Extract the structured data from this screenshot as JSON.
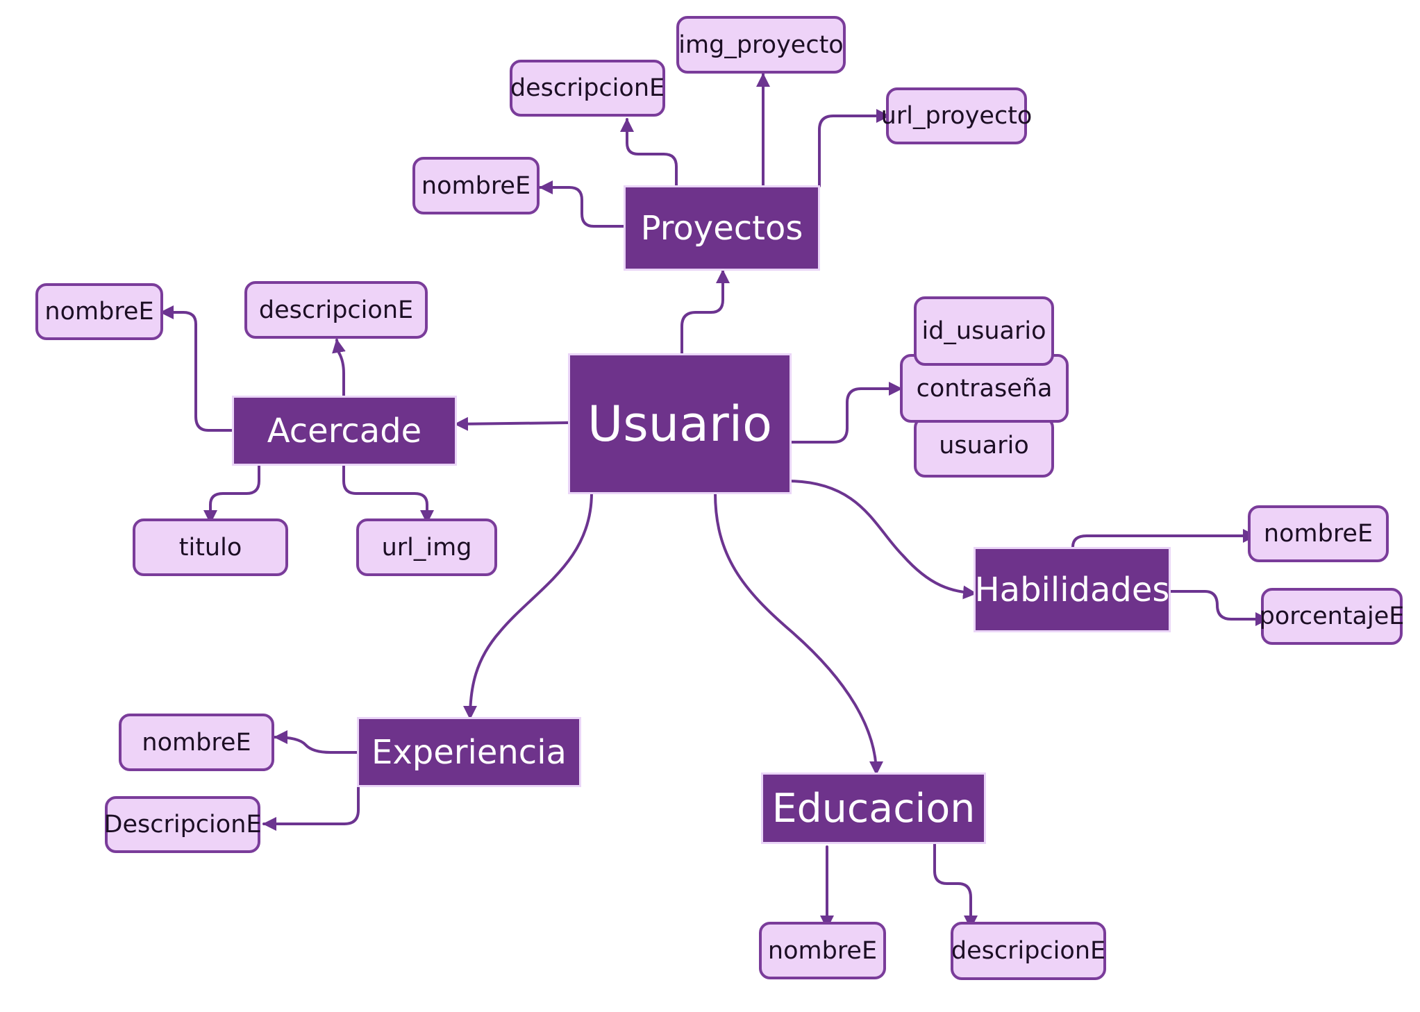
{
  "colors": {
    "entity_fill": "#6e338b",
    "entity_text": "#ffffff",
    "attribute_fill": "#eed3f8",
    "attribute_border": "#7a3c9a",
    "connector": "#6c3490"
  },
  "entities": {
    "usuario": "Usuario",
    "proyectos": "Proyectos",
    "acercade": "Acercade",
    "habilidades": "Habilidades",
    "experiencia": "Experiencia",
    "educacion": "Educacion"
  },
  "attributes": {
    "usuario": {
      "id": "id_usuario",
      "password": "contraseña",
      "user": "usuario"
    },
    "proyectos": {
      "nombre": "nombreE",
      "descripcion": "descripcionE",
      "img": "img_proyecto",
      "url": "url_proyecto"
    },
    "acercade": {
      "nombre": "nombreE",
      "descripcion": "descripcionE",
      "titulo": "titulo",
      "url_img": "url_img"
    },
    "habilidades": {
      "nombre": "nombreE",
      "porcentaje": "porcentajeE"
    },
    "experiencia": {
      "nombre": "nombreE",
      "descripcion": "DescripcionE"
    },
    "educacion": {
      "nombre": "nombreE",
      "descripcion": "descripcionE"
    }
  }
}
